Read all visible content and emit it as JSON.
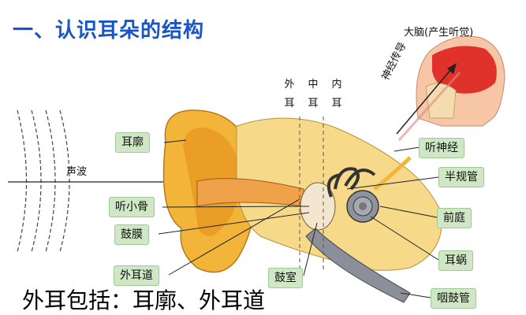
{
  "title": "一、认识耳朵的结构",
  "brain_caption": "大脑(产生听觉)",
  "regions": [
    "外耳",
    "中耳",
    "内耳"
  ],
  "sound_wave_label": "声波",
  "nerve_path_label": "神经传导",
  "labels": {
    "auricle": "耳廓",
    "ossicles": "听小骨",
    "eardrum": "鼓膜",
    "ear_canal": "外耳道",
    "tympanic_cavity": "鼓室",
    "auditory_nerve": "听神经",
    "semicircular_canals": "半规管",
    "vestibule": "前庭",
    "cochlea": "耳蜗",
    "eustachian_tube": "咽鼓管"
  },
  "summary": "外耳包括：耳廓、外耳道"
}
